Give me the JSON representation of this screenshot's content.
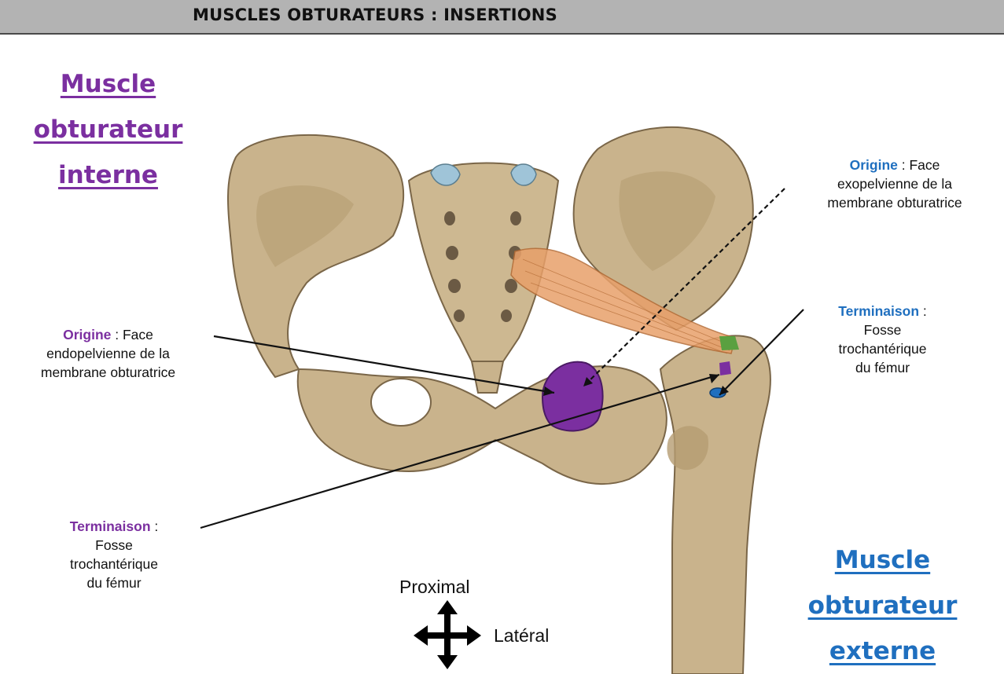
{
  "header": {
    "title": "MUSCLES OBTURATEURS : INSERTIONS"
  },
  "titles": {
    "internal": {
      "lines": [
        "Muscle",
        "obturateur",
        "interne"
      ],
      "color": "#7b2fa0"
    },
    "external": {
      "lines": [
        "Muscle",
        "obturateur",
        "externe"
      ],
      "color": "#1f6fbf"
    }
  },
  "callouts": {
    "internal_origin": {
      "keyword": "Origine",
      "rest": " : Face",
      "line2": "endopelvienne de la",
      "line3": "membrane obturatrice"
    },
    "internal_insertion": {
      "keyword": "Terminaison",
      "rest": " :",
      "line2": "Fosse",
      "line3": "trochantérique",
      "line4": "du fémur"
    },
    "external_origin": {
      "keyword": "Origine",
      "rest": " : Face",
      "line2": "exopelvienne de la",
      "line3": "membrane obturatrice"
    },
    "external_insertion": {
      "keyword": "Terminaison",
      "rest": " :",
      "line2": "Fosse",
      "line3": "trochantérique",
      "line4": "du fémur"
    }
  },
  "orientation": {
    "up_label": "Proximal",
    "side_label": "Latéral"
  },
  "colors": {
    "internal": "#7b2fa0",
    "external": "#1f6fbf",
    "bone": "#c9b38c",
    "bone_shadow": "#a8916a",
    "muscle": "#e8a06a"
  }
}
